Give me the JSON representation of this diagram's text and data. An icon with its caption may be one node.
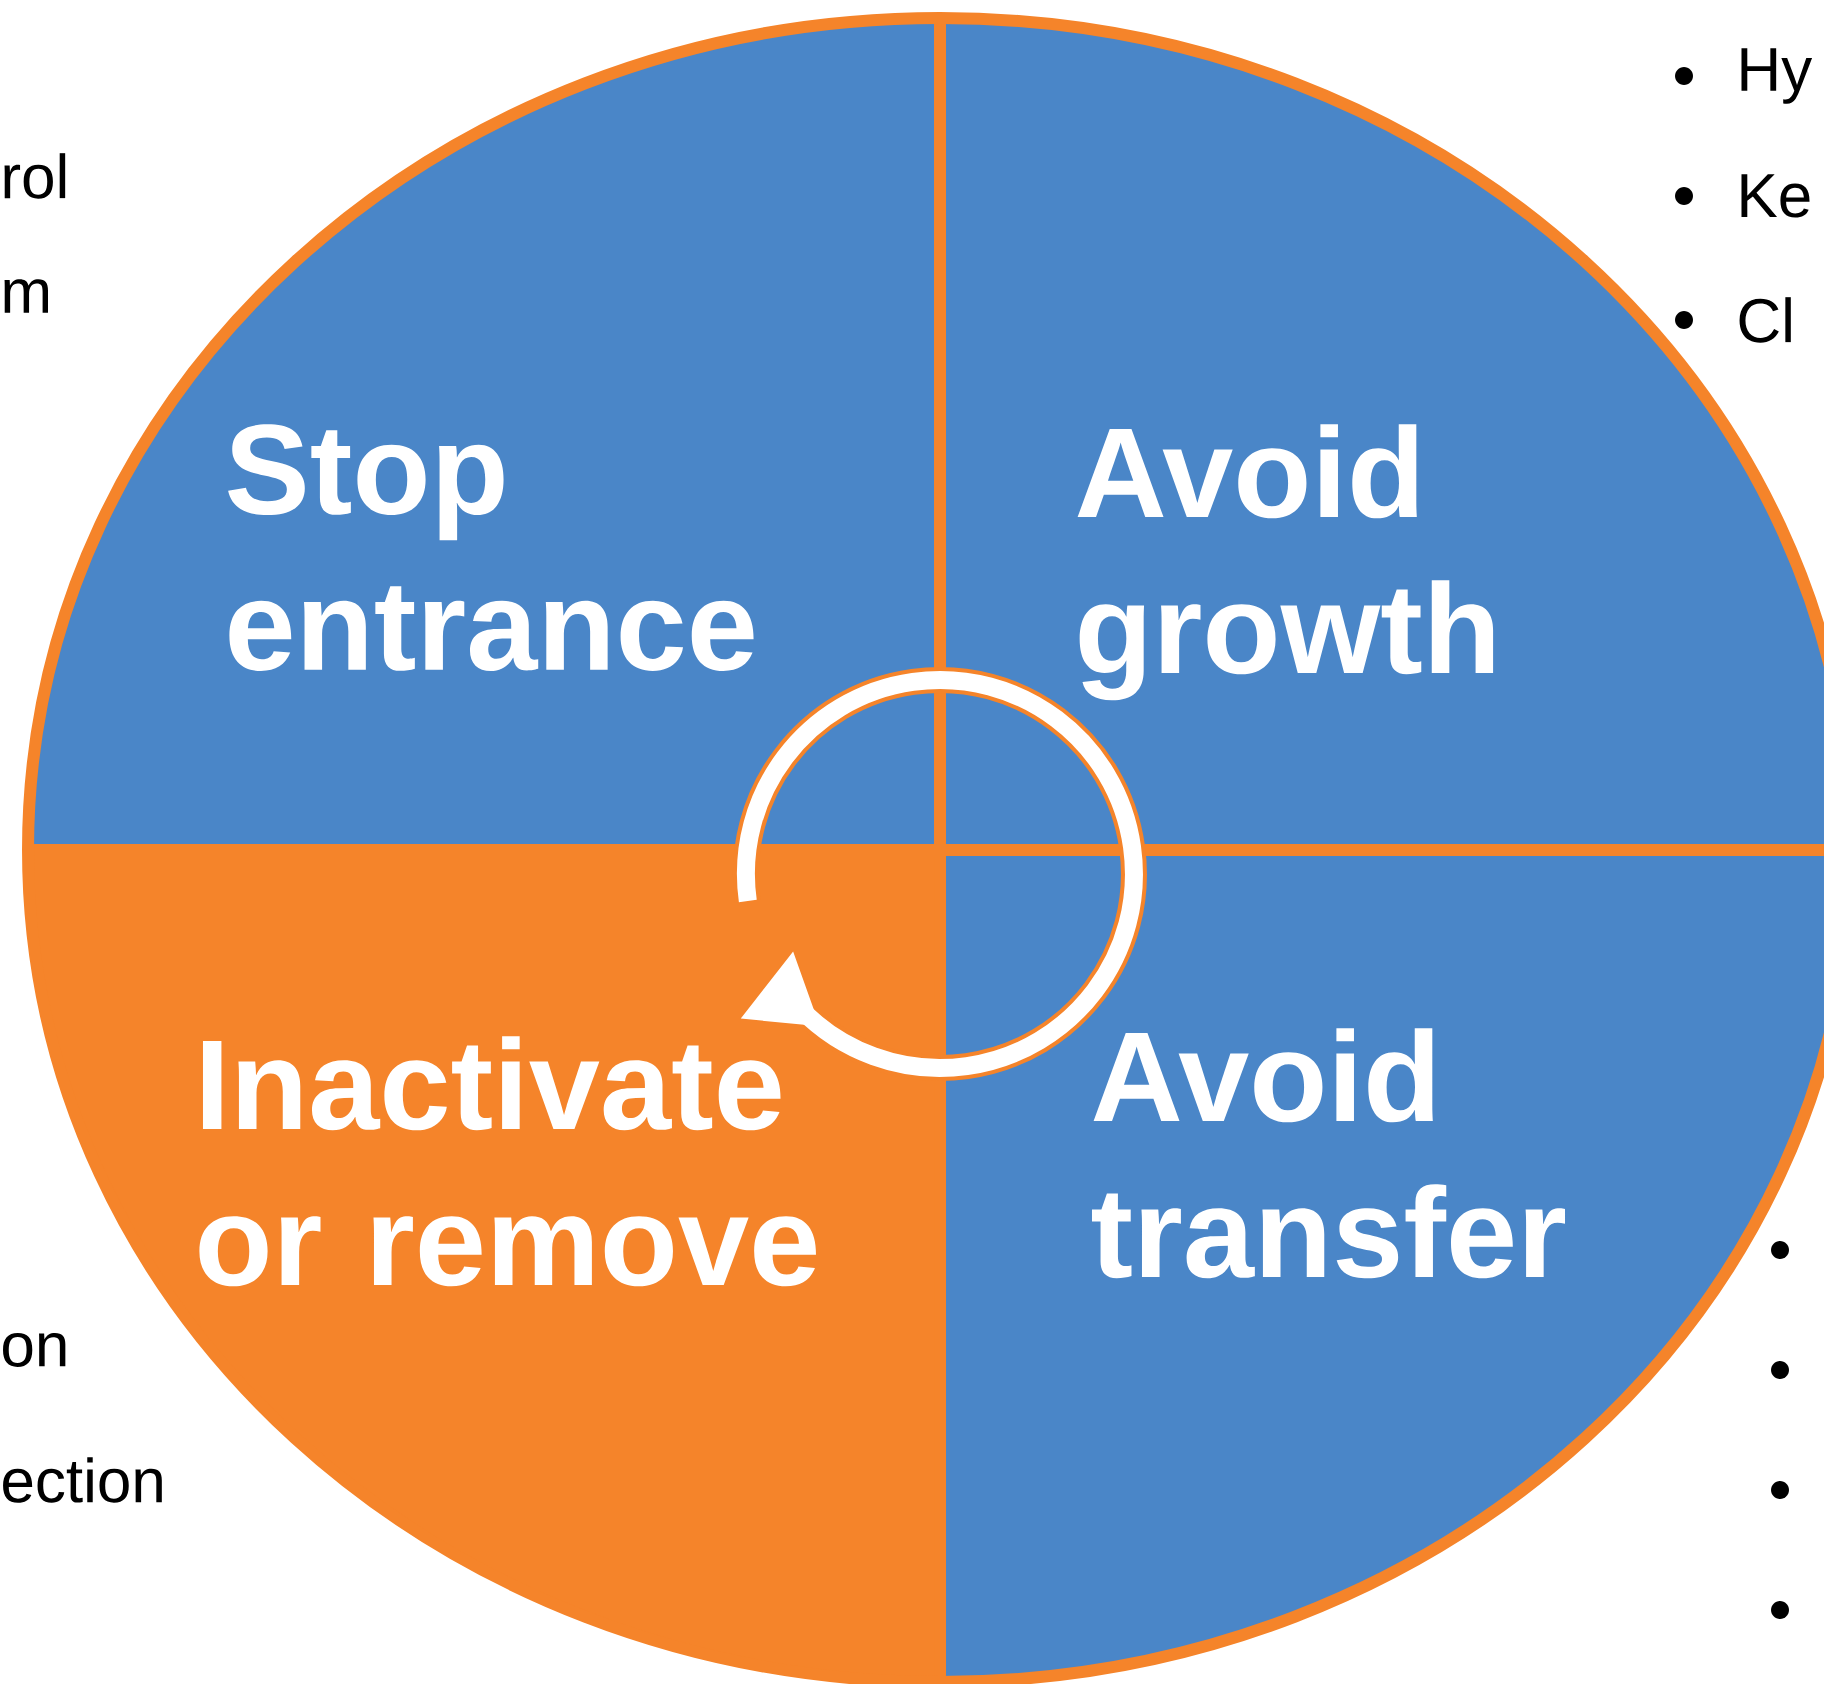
{
  "diagram": {
    "nodes": [
      {
        "text": [
          "Stop entrance"
        ]
      },
      {
        "text": [
          "Avoid growth"
        ]
      },
      {
        "text": [
          "Inactivate or remove"
        ]
      },
      {
        "text": [
          "Avoid transfer"
        ]
      }
    ],
    "labels": [
      "rol",
      "m",
      "on",
      "ection",
      "Hy",
      "Ke",
      "Cl"
    ]
  }
}
